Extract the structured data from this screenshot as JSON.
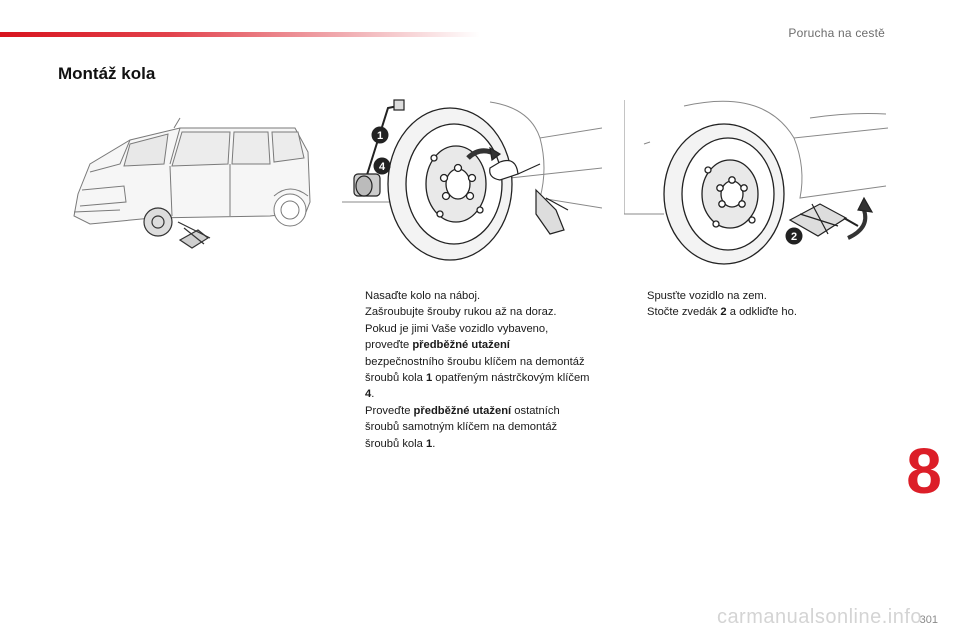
{
  "header": {
    "section_title": "Porucha na cestě"
  },
  "page_heading": "Montáž kola",
  "callouts": {
    "one": "1",
    "four": "4",
    "two": "2"
  },
  "instructions_left": [
    {
      "parts": [
        {
          "text": "Nasaďte kolo na náboj.",
          "bold": false
        }
      ]
    },
    {
      "parts": [
        {
          "text": "Zašroubujte šrouby rukou až na doraz.",
          "bold": false
        }
      ]
    },
    {
      "parts": [
        {
          "text": "Pokud je jimi Vaše vozidlo vybaveno, proveďte ",
          "bold": false
        },
        {
          "text": "předběžné utažení",
          "bold": true
        },
        {
          "text": " bezpečnostního šroubu klíčem na demontáž šroubů kola ",
          "bold": false
        },
        {
          "text": "1",
          "bold": true
        },
        {
          "text": " opatřeným nástrčkovým klíčem ",
          "bold": false
        },
        {
          "text": "4",
          "bold": true
        },
        {
          "text": ".",
          "bold": false
        }
      ]
    },
    {
      "parts": [
        {
          "text": "Proveďte ",
          "bold": false
        },
        {
          "text": "předběžné utažení",
          "bold": true
        },
        {
          "text": " ostatních šroubů samotným klíčem na demontáž šroubů kola ",
          "bold": false
        },
        {
          "text": "1",
          "bold": true
        },
        {
          "text": ".",
          "bold": false
        }
      ]
    }
  ],
  "instructions_right": [
    {
      "parts": [
        {
          "text": "Spusťte vozidlo na zem.",
          "bold": false
        }
      ]
    },
    {
      "parts": [
        {
          "text": "Stočte zvedák ",
          "bold": false
        },
        {
          "text": "2",
          "bold": true
        },
        {
          "text": " a odkliďte ho.",
          "bold": false
        }
      ]
    }
  ],
  "bullet_glyph": "",
  "chapter_number": "8",
  "page_number": "301",
  "watermark": "carmanualsonline.info",
  "colors": {
    "accent": "#dc1e28",
    "text": "#1a1a1a",
    "muted": "#6d6d6d"
  }
}
